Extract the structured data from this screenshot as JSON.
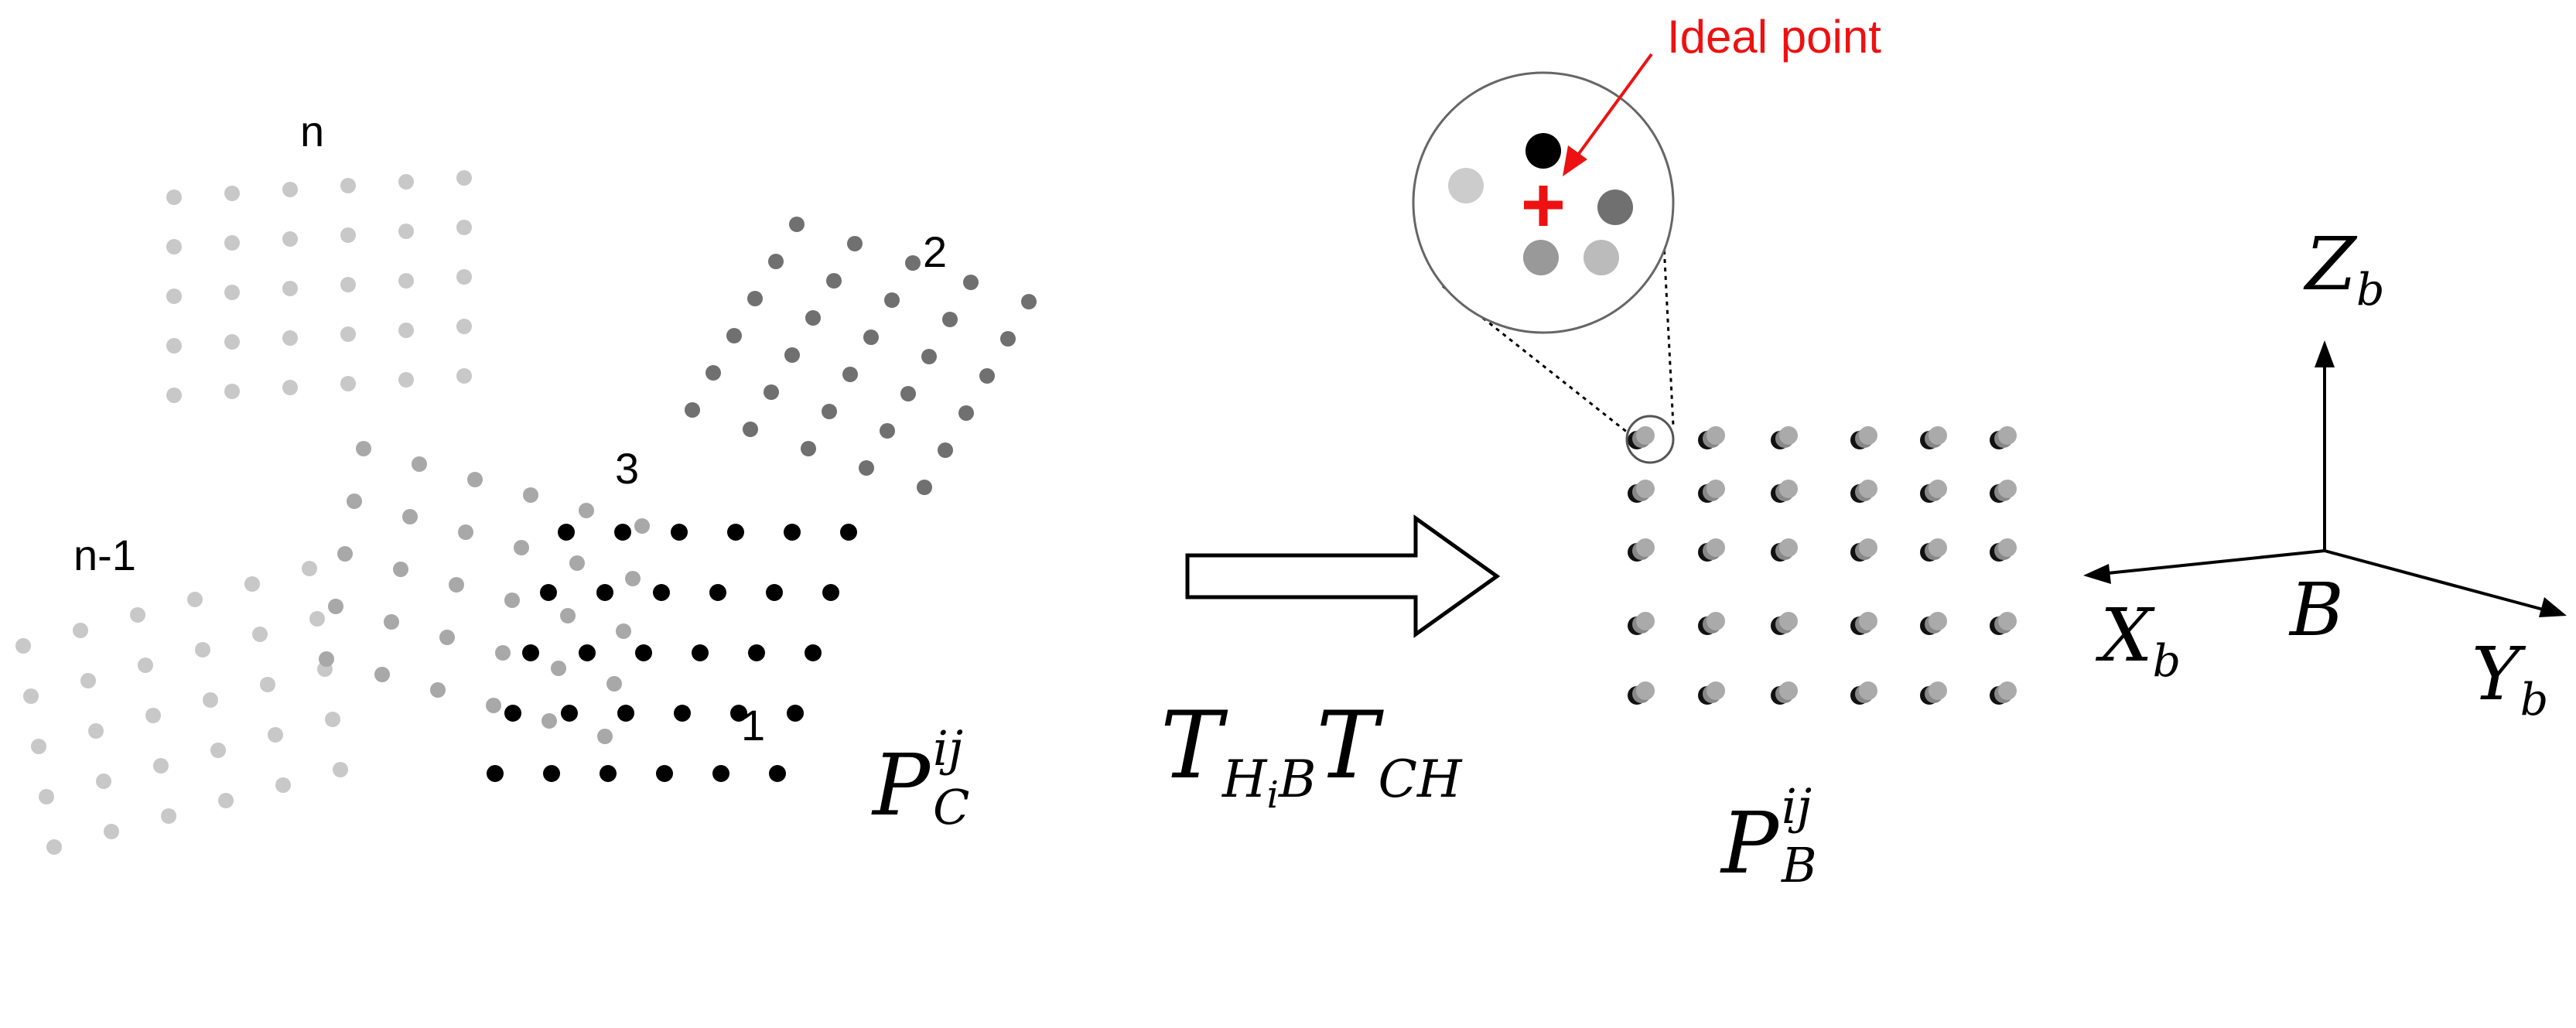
{
  "grid_labels": {
    "grid_n": "n",
    "grid_2": "2",
    "grid_3": "3",
    "grid_n_minus_1": "n-1",
    "grid_1": "1"
  },
  "transform": {
    "T1": "T",
    "T1_sub": "H",
    "T1_subsub": "i",
    "T1_sub2": "B",
    "T2": "T",
    "T2_sub": "CH"
  },
  "camera_points": {
    "base": "P",
    "sub": "C",
    "sup": "ij"
  },
  "base_points": {
    "base": "P",
    "sub": "B",
    "sup": "ij"
  },
  "callout": {
    "label": "Ideal point",
    "color": "#ee1111"
  },
  "axes": {
    "z": "Z",
    "z_sub": "b",
    "x": "X",
    "x_sub": "b",
    "y": "Y",
    "y_sub": "b",
    "origin": "B"
  },
  "colors": {
    "grid_black": "#000000",
    "grid_dark": "#707070",
    "grid_mid": "#a8a8a8",
    "grid_light": "#c8c8c8"
  }
}
